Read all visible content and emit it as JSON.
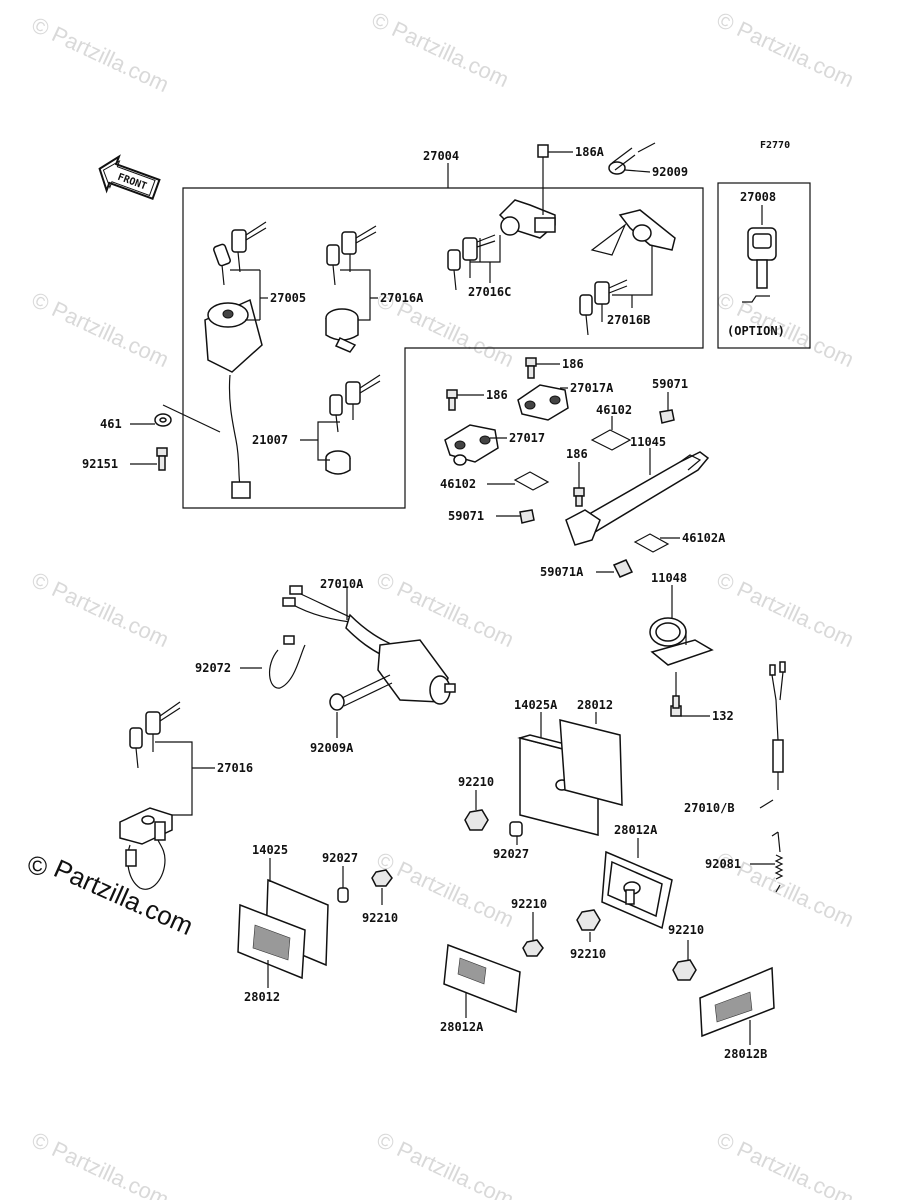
{
  "figure_code": "F2770",
  "direction_label": "FRONT",
  "option_label": "(OPTION)",
  "watermark_text": "© Partzilla.com",
  "copyright_mark": "©",
  "brand_url": "Partzilla.com",
  "parts": {
    "p27004": "27004",
    "p186A": "186A",
    "p92009": "92009",
    "p27008": "27008",
    "p27005": "27005",
    "p27016A": "27016A",
    "p27016C": "27016C",
    "p27016B": "27016B",
    "p186_a": "186",
    "p186_b": "186",
    "p27017A": "27017A",
    "p59071_a": "59071",
    "p46102_a": "46102",
    "p11045": "11045",
    "p461": "461",
    "p21007": "21007",
    "p27017": "27017",
    "p92151": "92151",
    "p186_c": "186",
    "p46102_b": "46102",
    "p59071_b": "59071",
    "p46102A": "46102A",
    "p59071A": "59071A",
    "p11048": "11048",
    "p27010A": "27010A",
    "p92072": "92072",
    "p92009A": "92009A",
    "p14025A": "14025A",
    "p28012_a": "28012",
    "p132": "132",
    "p27016": "27016",
    "p92210_a": "92210",
    "p27010B": "27010/B",
    "p92027_a": "92027",
    "p28012A_a": "28012A",
    "p14025": "14025",
    "p92027_b": "92027",
    "p92081": "92081",
    "p92210_b": "92210",
    "p92210_c": "92210",
    "p92210_d": "92210",
    "p92210_e": "92210",
    "p28012_b": "28012",
    "p28012A_b": "28012A",
    "p28012B": "28012B"
  }
}
